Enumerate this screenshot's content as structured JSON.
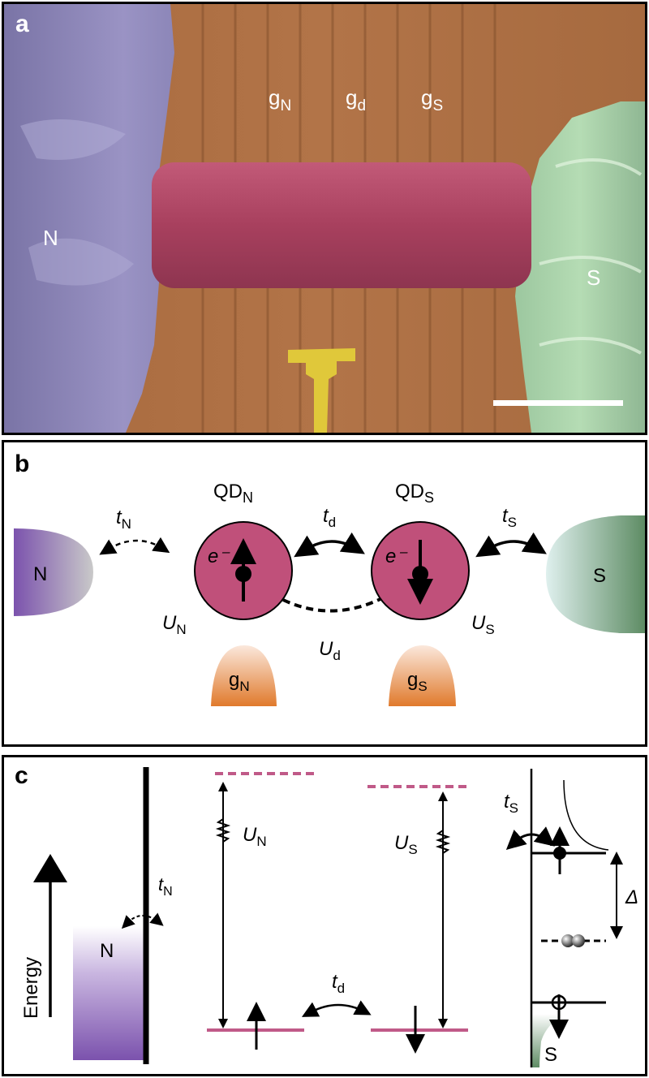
{
  "panel_a": {
    "letter": "a",
    "gate_labels": [
      {
        "main": "g",
        "sub": "N"
      },
      {
        "main": "g",
        "sub": "d"
      },
      {
        "main": "g",
        "sub": "S"
      }
    ],
    "left_lead": "N",
    "right_lead": "S"
  },
  "panel_b": {
    "letter": "b",
    "left_lead": "N",
    "right_lead": "S",
    "dot_left": {
      "main": "QD",
      "sub": "N",
      "electron": "e⁻",
      "spin": "up"
    },
    "dot_right": {
      "main": "QD",
      "sub": "S",
      "electron": "e⁻",
      "spin": "down"
    },
    "tunnel_left": {
      "main": "t",
      "sub": "N"
    },
    "tunnel_mid": {
      "main": "t",
      "sub": "d"
    },
    "tunnel_right": {
      "main": "t",
      "sub": "S"
    },
    "charging_left": {
      "main": "U",
      "sub": "N"
    },
    "charging_right": {
      "main": "U",
      "sub": "S"
    },
    "interdot": {
      "main": "U",
      "sub": "d"
    },
    "gate_left": {
      "main": "g",
      "sub": "N"
    },
    "gate_right": {
      "main": "g",
      "sub": "S"
    }
  },
  "panel_c": {
    "letter": "c",
    "energy_label": "Energy",
    "left_lead": "N",
    "right_lead": "S",
    "tunnel_left": {
      "main": "t",
      "sub": "N"
    },
    "tunnel_mid": {
      "main": "t",
      "sub": "d"
    },
    "tunnel_right": {
      "main": "t",
      "sub": "S"
    },
    "charging_left": {
      "main": "U",
      "sub": "N"
    },
    "charging_right": {
      "main": "U",
      "sub": "S"
    },
    "gap": "Δ"
  },
  "colors": {
    "dot": "#c0507a",
    "dot_level": "#c05a88",
    "gate": "#e07a2c",
    "normal_lead": "#7b52ad",
    "super_lead": "#5e8c64"
  }
}
